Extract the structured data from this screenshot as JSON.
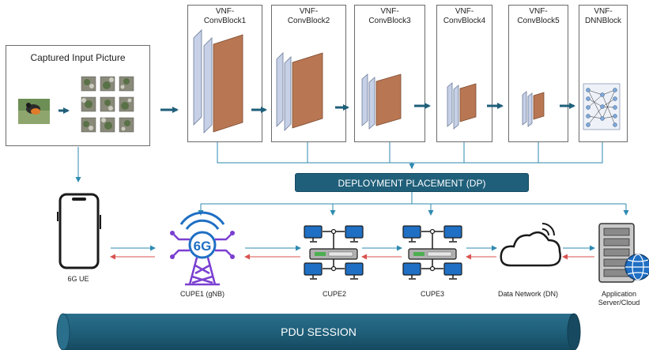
{
  "input_box": {
    "title": "Captured Input Picture"
  },
  "vnf_blocks": [
    {
      "title": "VNF-\nConvBlock1"
    },
    {
      "title": "VNF-\nConvBlock2"
    },
    {
      "title": "VNF-\nConvBlock3"
    },
    {
      "title": "VNF-\nConvBlock4"
    },
    {
      "title": "VNF-\nConvBlock5"
    },
    {
      "title": "VNF-\nDNNBlock"
    }
  ],
  "deployment_bar": {
    "label": "DEPLOYMENT PLACEMENT (DP)"
  },
  "nodes": {
    "ue": "6G UE",
    "cupe1": "CUPE1 (gNB)",
    "cupe2": "CUPE2",
    "cupe3": "CUPE3",
    "dn": "Data Network (DN)",
    "server": "Application\nServer/Cloud"
  },
  "gnb_icon_text": "6G",
  "pdu_session": {
    "label": "PDU SESSION"
  },
  "colors": {
    "bar_blue": "#1f5f7a",
    "block_blue": "#c6d0e6",
    "block_brown": "#b87652",
    "arrow_blue": "#2e8ab0",
    "arrow_red": "#d9534f",
    "icon_blue": "#1f6fc4",
    "antenna_purple": "#7a3fd1"
  }
}
